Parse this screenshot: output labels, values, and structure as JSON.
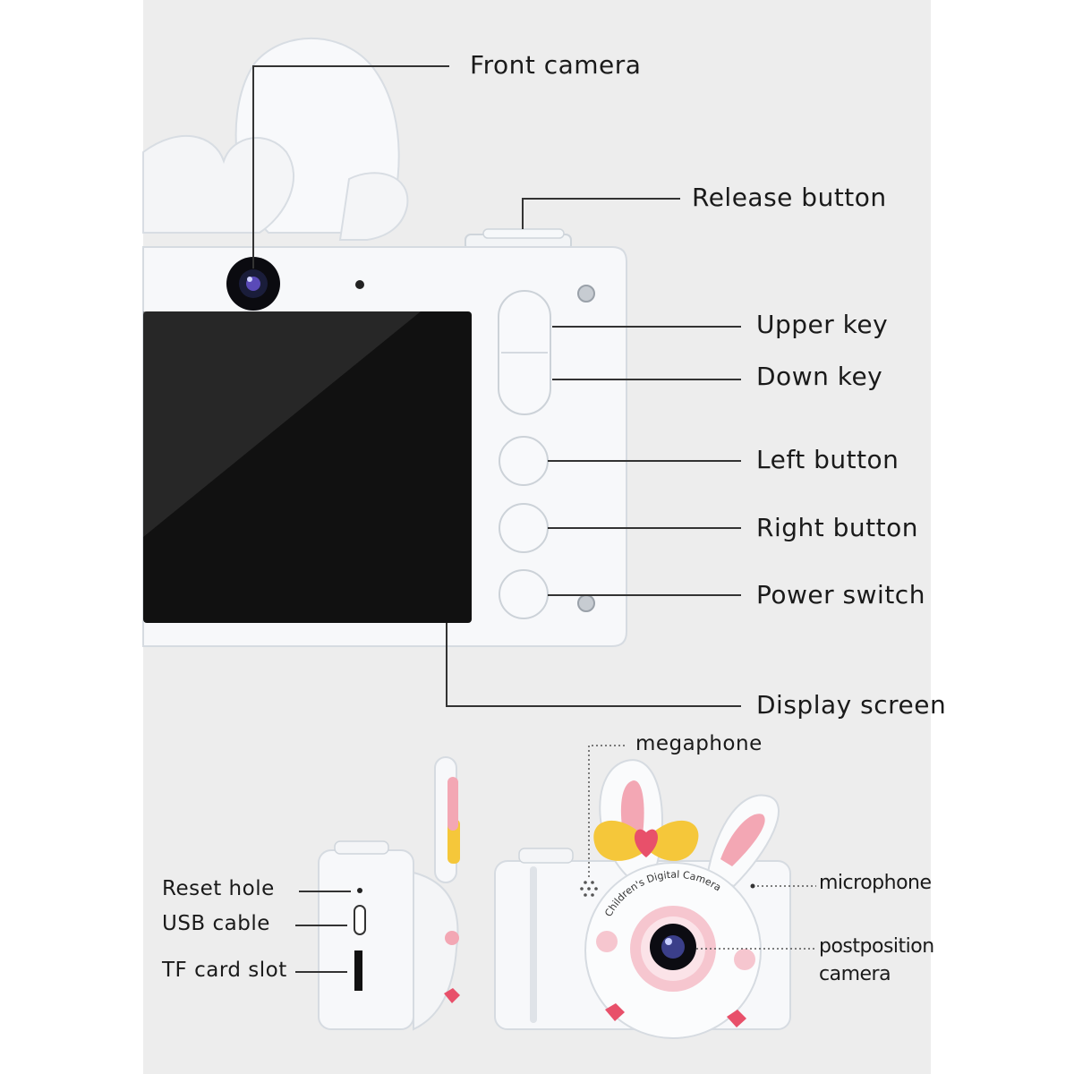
{
  "labels": {
    "front_camera": "Front camera",
    "release_button": "Release button",
    "upper_key": "Upper key",
    "down_key": "Down key",
    "left_button": "Left button",
    "right_button": "Right button",
    "power_switch": "Power switch",
    "display_screen": "Display screen",
    "megaphone": "megaphone",
    "microphone": "microphone",
    "postposition_camera_line1": "postposition",
    "postposition_camera_line2": "camera",
    "reset_hole": "Reset hole",
    "usb_cable": "USB cable",
    "tf_card_slot": "TF card slot"
  },
  "camera_print": {
    "brand_text": "Children's Digital Camera"
  },
  "colors": {
    "background": "#ededed",
    "body": "#f7f8fa",
    "screen": "#111111",
    "pink": "#f3a7b4",
    "heart": "#e8506a",
    "bow": "#f5c73a",
    "leader_line": "#333333"
  }
}
